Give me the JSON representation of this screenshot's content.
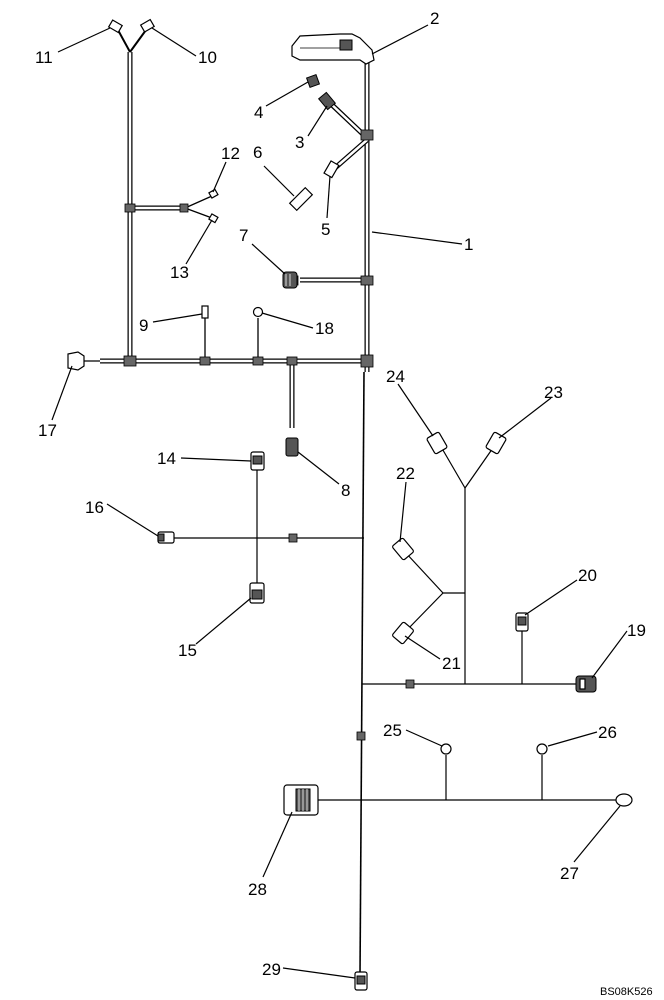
{
  "figure_code": "BS08K526",
  "callouts": [
    {
      "num": "1"
    },
    {
      "num": "2"
    },
    {
      "num": "3"
    },
    {
      "num": "4"
    },
    {
      "num": "5"
    },
    {
      "num": "6"
    },
    {
      "num": "7"
    },
    {
      "num": "8"
    },
    {
      "num": "9"
    },
    {
      "num": "10"
    },
    {
      "num": "11"
    },
    {
      "num": "12"
    },
    {
      "num": "13"
    },
    {
      "num": "14"
    },
    {
      "num": "15"
    },
    {
      "num": "16"
    },
    {
      "num": "17"
    },
    {
      "num": "18"
    },
    {
      "num": "19"
    },
    {
      "num": "20"
    },
    {
      "num": "21"
    },
    {
      "num": "22"
    },
    {
      "num": "23"
    },
    {
      "num": "24"
    },
    {
      "num": "25"
    },
    {
      "num": "26"
    },
    {
      "num": "27"
    },
    {
      "num": "28"
    },
    {
      "num": "29"
    }
  ]
}
